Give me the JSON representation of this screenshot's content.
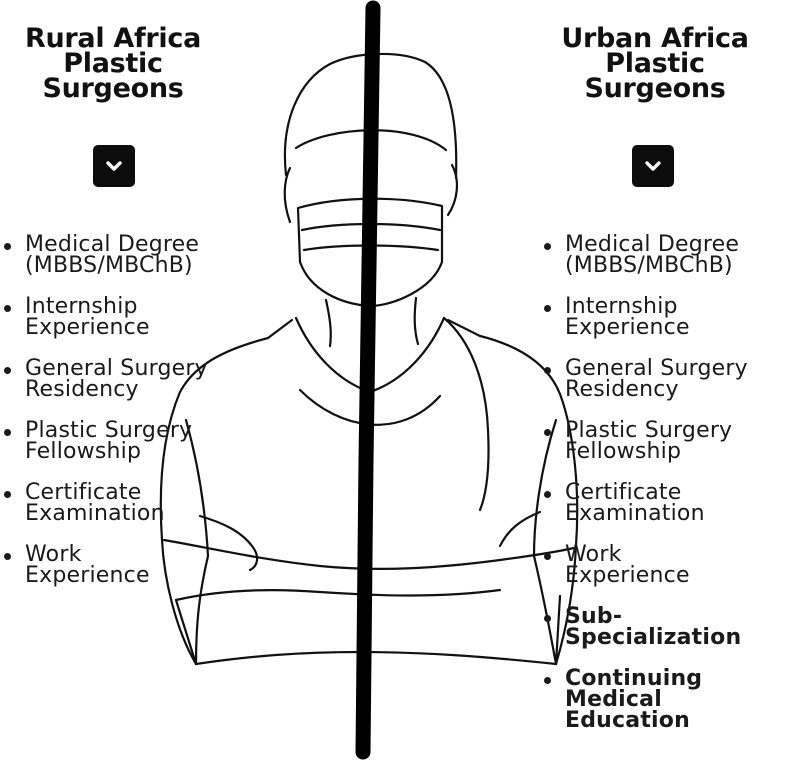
{
  "left": {
    "title_lines": [
      "Rural Africa",
      "Plastic",
      "Surgeons"
    ],
    "toggle_icon": "chevron-down-icon",
    "steps": [
      {
        "lines": [
          "Medical Degree",
          "(MBBS/MBChB)"
        ]
      },
      {
        "lines": [
          "Internship",
          "Experience"
        ]
      },
      {
        "lines": [
          "General Surgery",
          "Residency"
        ]
      },
      {
        "lines": [
          "Plastic Surgery",
          "Fellowship"
        ]
      },
      {
        "lines": [
          "Certificate",
          "Examination"
        ]
      },
      {
        "lines": [
          "Work",
          "Experience"
        ]
      }
    ]
  },
  "right": {
    "title_lines": [
      "Urban Africa",
      "Plastic",
      "Surgeons"
    ],
    "toggle_icon": "chevron-down-icon",
    "steps": [
      {
        "lines": [
          "Medical Degree",
          "(MBBS/MBChB)"
        ]
      },
      {
        "lines": [
          "Internship",
          "Experience"
        ]
      },
      {
        "lines": [
          "General Surgery",
          "Residency"
        ]
      },
      {
        "lines": [
          "Plastic Surgery",
          "Fellowship"
        ]
      },
      {
        "lines": [
          "Certificate",
          "Examination"
        ]
      },
      {
        "lines": [
          "Work",
          "Experience"
        ]
      },
      {
        "lines": [
          "Sub-",
          "Specialization"
        ],
        "emphasis": true
      },
      {
        "lines": [
          "Continuing",
          "Medical",
          "Education"
        ],
        "emphasis": true
      }
    ]
  },
  "illustration": {
    "icon": "surgeon-line-art",
    "stroke_color": "#111111",
    "divider_color": "#000000"
  }
}
